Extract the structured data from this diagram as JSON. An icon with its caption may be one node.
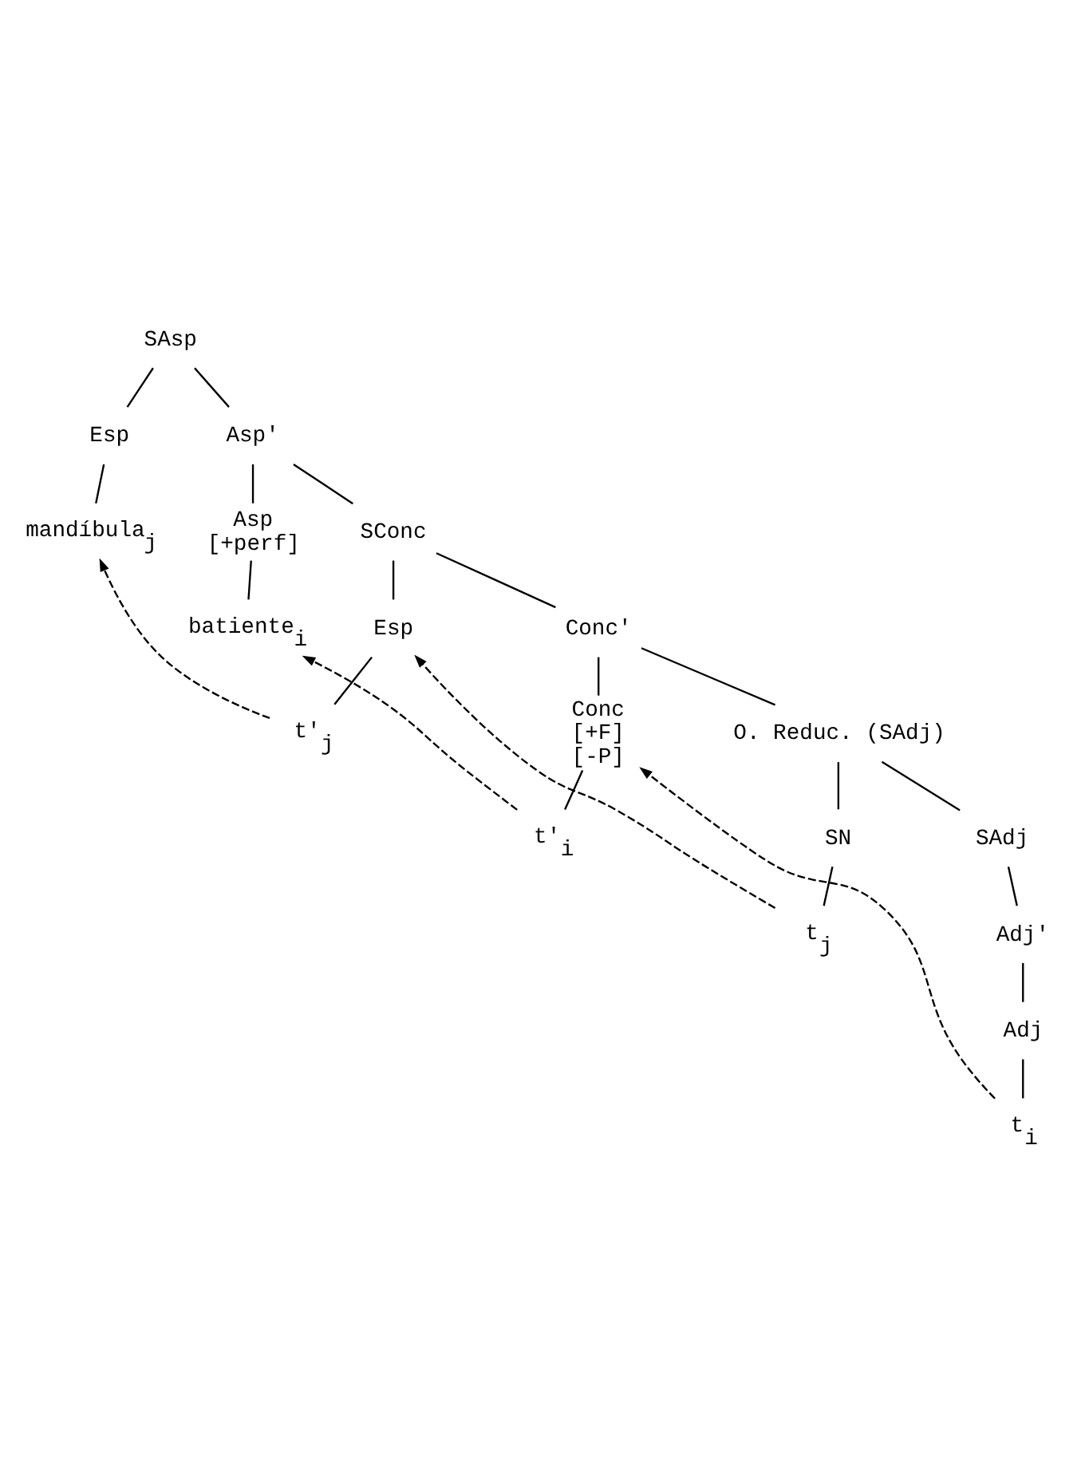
{
  "diagram": {
    "nodes": [
      {
        "text": [
          "SAsp"
        ]
      },
      {
        "text": [
          "Esp"
        ]
      },
      {
        "text": [
          "Asp'"
        ]
      },
      {
        "text": [
          "mandíbula$_{j}$"
        ]
      },
      {
        "text": [
          "Asp",
          "[+perf]"
        ]
      },
      {
        "text": [
          "SConc"
        ]
      },
      {
        "text": [
          "batiente$_{i}$"
        ]
      },
      {
        "text": [
          "Esp"
        ]
      },
      {
        "text": [
          "Conc'"
        ]
      },
      {
        "text": [
          "t'$_{j}$"
        ]
      },
      {
        "text": [
          "Conc",
          "[+F]",
          "[-P]"
        ]
      },
      {
        "text": [
          "O. Reduc. (SAdj)"
        ]
      },
      {
        "text": [
          "t'$_{i}$"
        ]
      },
      {
        "text": [
          "SN"
        ]
      },
      {
        "text": [
          "SAdj"
        ]
      },
      {
        "text": [
          "t$_{j}$"
        ]
      },
      {
        "text": [
          "Adj'"
        ]
      },
      {
        "text": [
          "Adj"
        ]
      },
      {
        "text": [
          "t$_{i}$"
        ]
      }
    ],
    "edges": [
      {
        "from": 0,
        "to": 1,
        "arrow": "none"
      },
      {
        "from": 0,
        "to": 2,
        "arrow": "none"
      },
      {
        "from": 1,
        "to": 3,
        "arrow": "none"
      },
      {
        "from": 2,
        "to": 4,
        "arrow": "none"
      },
      {
        "from": 2,
        "to": 5,
        "arrow": "none"
      },
      {
        "from": 4,
        "to": 6,
        "arrow": "none"
      },
      {
        "from": 5,
        "to": 7,
        "arrow": "none"
      },
      {
        "from": 5,
        "to": 8,
        "arrow": "none"
      },
      {
        "from": 7,
        "to": 9,
        "arrow": "none"
      },
      {
        "from": 8,
        "to": 10,
        "arrow": "none"
      },
      {
        "from": 8,
        "to": 11,
        "arrow": "none"
      },
      {
        "from": 10,
        "to": 12,
        "arrow": "none"
      },
      {
        "from": 11,
        "to": 13,
        "arrow": "none"
      },
      {
        "from": 11,
        "to": 14,
        "arrow": "none"
      },
      {
        "from": 13,
        "to": 15,
        "arrow": "none"
      },
      {
        "from": 14,
        "to": 16,
        "arrow": "none"
      },
      {
        "from": 16,
        "to": 17,
        "arrow": "none"
      },
      {
        "from": 17,
        "to": 18,
        "arrow": "none"
      },
      {
        "from": 9,
        "to": 3,
        "arrow": "to",
        "style": "dashed"
      },
      {
        "from": 12,
        "to": 6,
        "arrow": "to",
        "style": "dashed"
      },
      {
        "from": 15,
        "to": 7,
        "arrow": "to",
        "style": "dashed"
      },
      {
        "from": 18,
        "to": 10,
        "arrow": "to",
        "style": "dashed"
      }
    ]
  }
}
